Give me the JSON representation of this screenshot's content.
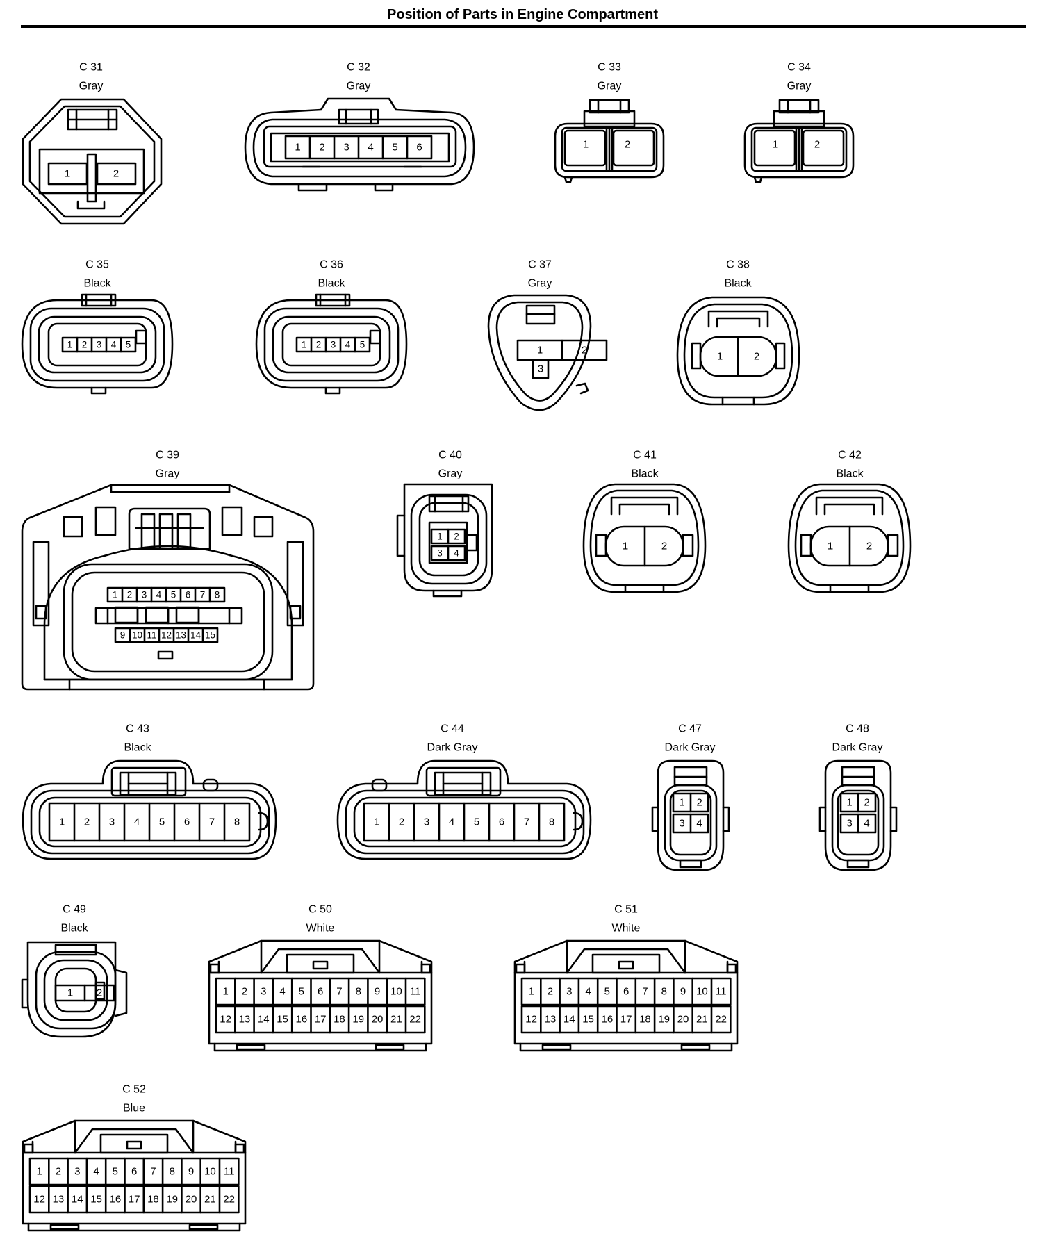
{
  "title": "Position of Parts in Engine Compartment",
  "connectors": [
    {
      "id": "C 31",
      "color": "Gray",
      "pins": [
        "1",
        "2"
      ]
    },
    {
      "id": "C 32",
      "color": "Gray",
      "pins": [
        "1",
        "2",
        "3",
        "4",
        "5",
        "6"
      ]
    },
    {
      "id": "C 33",
      "color": "Gray",
      "pins": [
        "1",
        "2"
      ]
    },
    {
      "id": "C 34",
      "color": "Gray",
      "pins": [
        "1",
        "2"
      ]
    },
    {
      "id": "C 35",
      "color": "Black",
      "pins": [
        "1",
        "2",
        "3",
        "4",
        "5"
      ]
    },
    {
      "id": "C 36",
      "color": "Black",
      "pins": [
        "1",
        "2",
        "3",
        "4",
        "5"
      ]
    },
    {
      "id": "C 37",
      "color": "Gray",
      "pins": [
        "1",
        "2",
        "3"
      ]
    },
    {
      "id": "C 38",
      "color": "Black",
      "pins": [
        "1",
        "2"
      ]
    },
    {
      "id": "C 39",
      "color": "Gray",
      "pins": [
        "1",
        "2",
        "3",
        "4",
        "5",
        "6",
        "7",
        "8",
        "9",
        "10",
        "11",
        "12",
        "13",
        "14",
        "15"
      ]
    },
    {
      "id": "C 40",
      "color": "Gray",
      "pins": [
        "1",
        "2",
        "3",
        "4"
      ]
    },
    {
      "id": "C 41",
      "color": "Black",
      "pins": [
        "1",
        "2"
      ]
    },
    {
      "id": "C 42",
      "color": "Black",
      "pins": [
        "1",
        "2"
      ]
    },
    {
      "id": "C 43",
      "color": "Black",
      "pins": [
        "1",
        "2",
        "3",
        "4",
        "5",
        "6",
        "7",
        "8"
      ]
    },
    {
      "id": "C 44",
      "color": "Dark Gray",
      "pins": [
        "1",
        "2",
        "3",
        "4",
        "5",
        "6",
        "7",
        "8"
      ]
    },
    {
      "id": "C 47",
      "color": "Dark Gray",
      "pins": [
        "1",
        "2",
        "3",
        "4"
      ]
    },
    {
      "id": "C 48",
      "color": "Dark Gray",
      "pins": [
        "1",
        "2",
        "3",
        "4"
      ]
    },
    {
      "id": "C 49",
      "color": "Black",
      "pins": [
        "1",
        "2"
      ]
    },
    {
      "id": "C 50",
      "color": "White",
      "pins": [
        "1",
        "2",
        "3",
        "4",
        "5",
        "6",
        "7",
        "8",
        "9",
        "10",
        "11",
        "12",
        "13",
        "14",
        "15",
        "16",
        "17",
        "18",
        "19",
        "20",
        "21",
        "22"
      ]
    },
    {
      "id": "C 51",
      "color": "White",
      "pins": [
        "1",
        "2",
        "3",
        "4",
        "5",
        "6",
        "7",
        "8",
        "9",
        "10",
        "11",
        "12",
        "13",
        "14",
        "15",
        "16",
        "17",
        "18",
        "19",
        "20",
        "21",
        "22"
      ]
    },
    {
      "id": "C 52",
      "color": "Blue",
      "pins": [
        "1",
        "2",
        "3",
        "4",
        "5",
        "6",
        "7",
        "8",
        "9",
        "10",
        "11",
        "12",
        "13",
        "14",
        "15",
        "16",
        "17",
        "18",
        "19",
        "20",
        "21",
        "22"
      ]
    }
  ]
}
